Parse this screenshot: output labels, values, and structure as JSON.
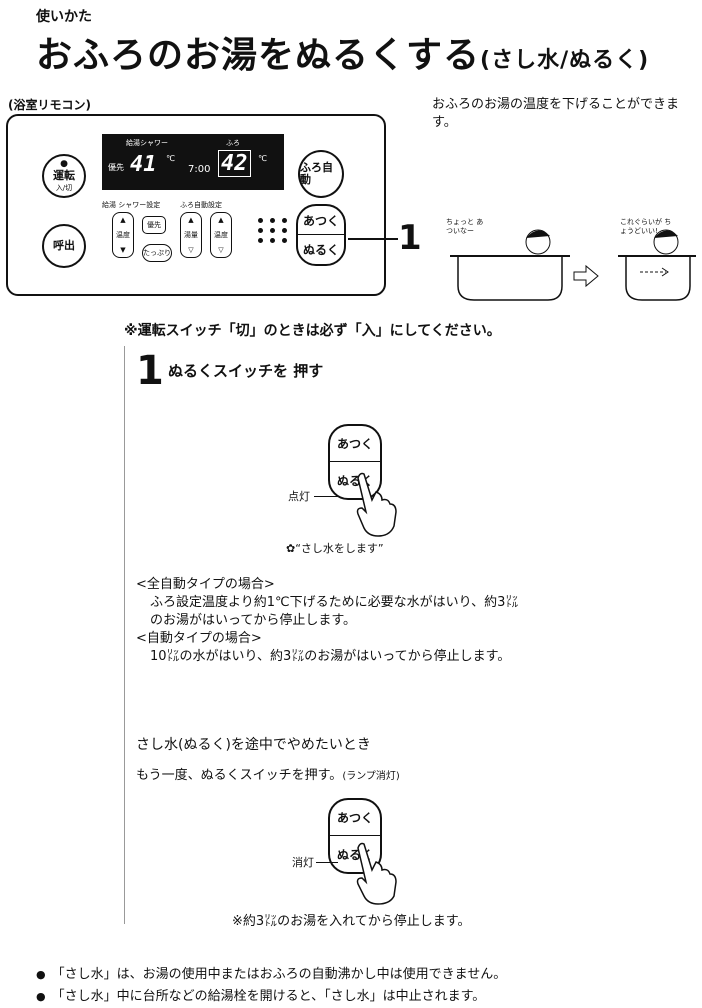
{
  "header": {
    "subtitle": "使いかた",
    "title_main": "おふろのお湯をぬるくする",
    "title_paren": "(さし水/ぬるく)"
  },
  "remote": {
    "label": "(浴室リモコン)",
    "buttons": {
      "power": "運転",
      "power_sub": "入/切",
      "call": "呼出",
      "auto": "ふろ自動",
      "atsuku": "あつく",
      "nuruku": "ぬるく",
      "priority": "優先",
      "temp": "温度",
      "plenty": "たっぷり",
      "level": "湯量",
      "temp2": "温度"
    },
    "display": {
      "label_supply": "給湯シャワー",
      "label_bath": "ふろ",
      "priority_mark": "優先",
      "supply_temp": "41",
      "time": "7:00",
      "bath_temp": "42",
      "unit": "℃"
    },
    "control_labels": {
      "supply_setting": "給湯 シャワー設定",
      "bath_setting": "ふろ自動設定"
    },
    "callout_number": "1"
  },
  "intro": "おふろのお湯の温度を下げることができます。",
  "illustration": {
    "bubble_left": "ちょっと あついなー",
    "bubble_right": "これぐらいが ちょうどいい!"
  },
  "power_note": "※運転スイッチ「切」のときは必ず「入」にしてください。",
  "step": {
    "number": "1",
    "text": "ぬるくスイッチを 押す",
    "lamp_on": "点灯",
    "voice": "“さし水をします”",
    "full_auto_head": "<全自動タイプの場合>",
    "full_auto_line1": "ふろ設定温度より約1℃下げるために必要な水がはいり、約3㍑",
    "full_auto_line2": "のお湯がはいってから停止します。",
    "auto_head": "<自動タイプの場合>",
    "auto_line": "10㍑の水がはいり、約3㍑のお湯がはいってから停止します。"
  },
  "stop": {
    "heading": "さし水(ぬるく)を途中でやめたいとき",
    "desc": "もう一度、ぬるくスイッチを押す。",
    "desc_note": "(ランプ消灯)",
    "lamp_off": "消灯",
    "after": "※約3㍑のお湯を入れてから停止します。"
  },
  "bullets": [
    "「さし水」は、お湯の使用中またはおふろの自動沸かし中は使用できません。",
    "「さし水」中に台所などの給湯栓を開けると、「さし水」は中止されます。"
  ]
}
